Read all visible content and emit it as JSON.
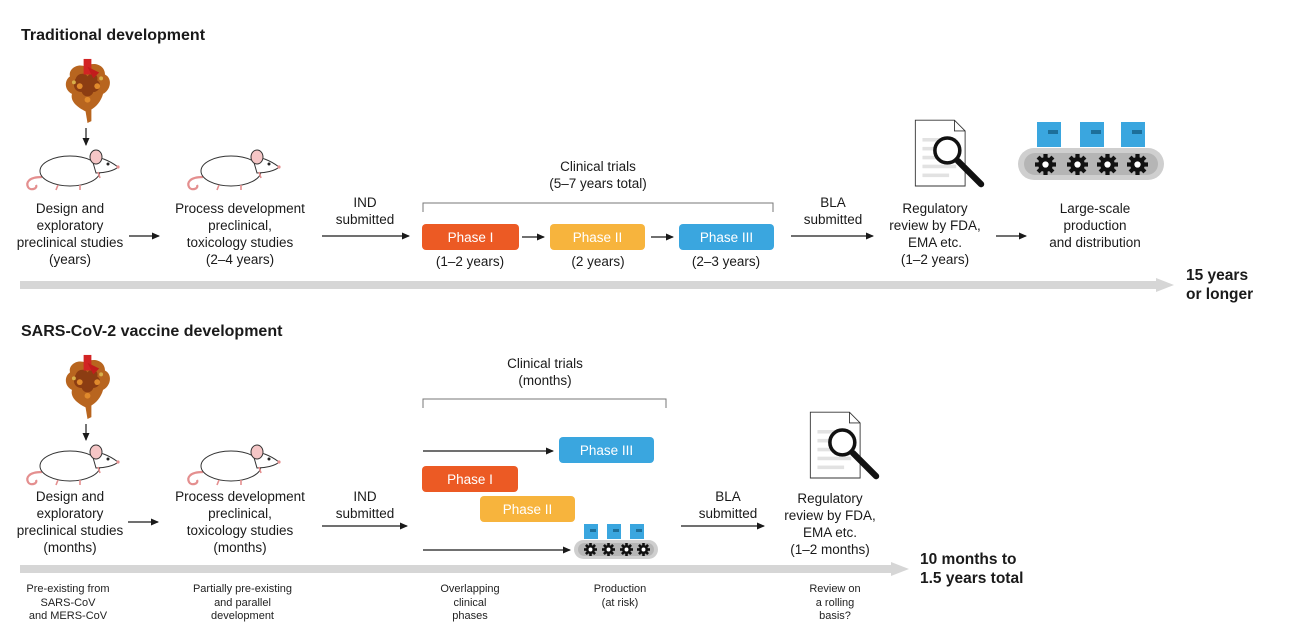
{
  "colors": {
    "phase1": "#ec5a24",
    "phase2": "#f7b43d",
    "phase3": "#3aa6df",
    "timeline": "#d6d6d6"
  },
  "traditional": {
    "title": "Traditional development",
    "steps": {
      "design": "Design and\nexploratory\npreclinical studies\n(years)",
      "process": "Process development\npreclinical,\ntoxicology studies\n(2–4 years)",
      "ind": "IND\nsubmitted",
      "clinical": "Clinical trials\n(5–7 years total)",
      "bla": "BLA\nsubmitted",
      "regulatory": "Regulatory\nreview by FDA,\nEMA etc.\n(1–2 years)",
      "production": "Large-scale\nproduction\nand distribution"
    },
    "phases": [
      {
        "label": "Phase I",
        "duration": "(1–2 years)"
      },
      {
        "label": "Phase II",
        "duration": "(2 years)"
      },
      {
        "label": "Phase III",
        "duration": "(2–3 years)"
      }
    ],
    "total": "15 years\nor longer"
  },
  "covid": {
    "title": "SARS-CoV-2 vaccine development",
    "steps": {
      "design": "Design and\nexploratory\npreclinical studies\n(months)",
      "process": "Process development\npreclinical,\ntoxicology studies\n(months)",
      "ind": "IND\nsubmitted",
      "clinical": "Clinical trials\n(months)",
      "bla": "BLA\nsubmitted",
      "regulatory": "Regulatory\nreview by FDA,\nEMA etc.\n(1–2 months)"
    },
    "phases": [
      {
        "label": "Phase III"
      },
      {
        "label": "Phase I"
      },
      {
        "label": "Phase II"
      }
    ],
    "total": "10 months to\n1.5 years total",
    "notes": {
      "design": "Pre-existing from\nSARS-CoV\nand MERS-CoV",
      "process": "Partially pre-existing\nand parallel\ndevelopment",
      "clinical": "Overlapping\nclinical\nphases",
      "production": "Production\n(at risk)",
      "review": "Review on\na rolling\nbasis?"
    }
  }
}
